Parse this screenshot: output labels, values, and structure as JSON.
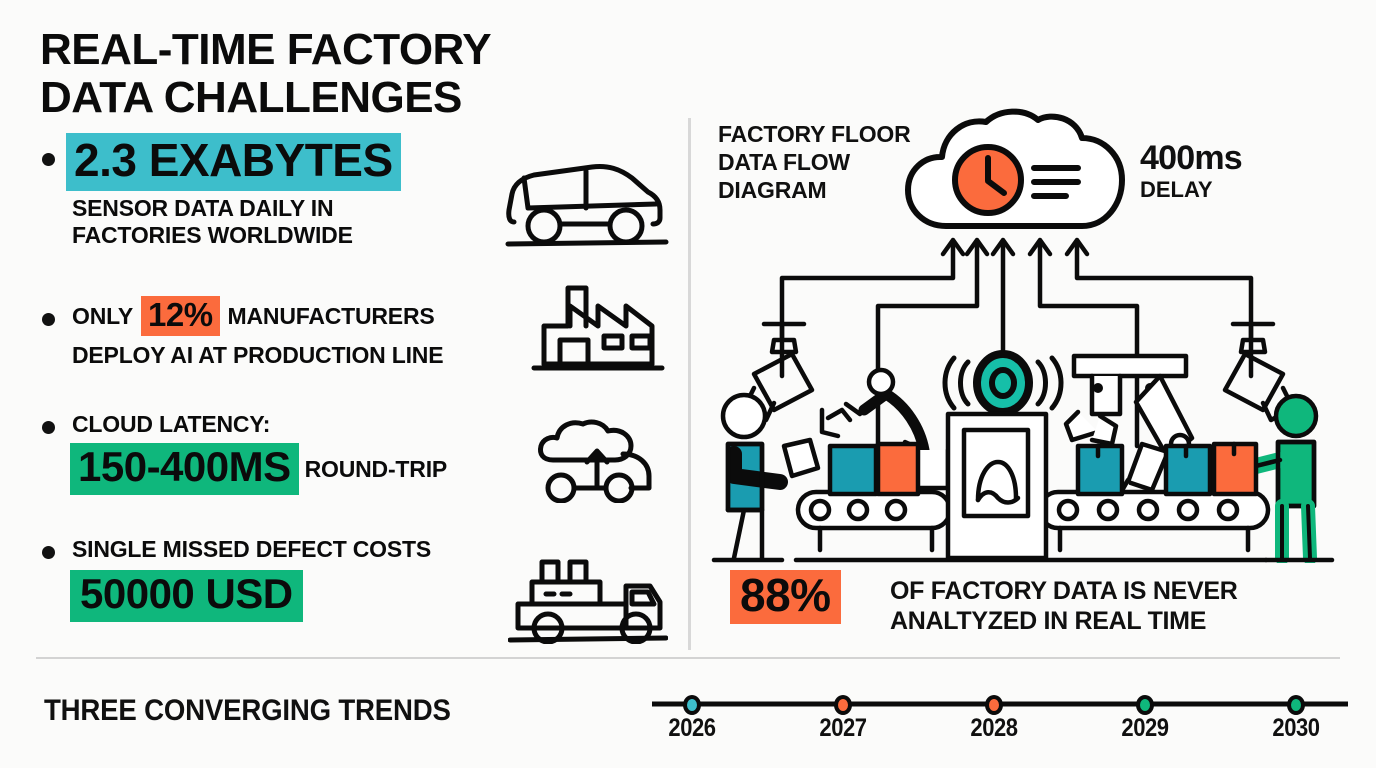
{
  "headline": {
    "line1": "REAL-TIME FACTORY",
    "line2": "DATA CHALLENGES"
  },
  "stats": [
    {
      "highlight": "2.3 EXABYTES",
      "highlight_color": "#3dbecb",
      "sub_line1": "SENSOR DATA DAILY IN",
      "sub_line2": "FACTORIES WORLDWIDE",
      "icon": "car-icon"
    },
    {
      "prefix": "ONLY",
      "highlight": "12%",
      "highlight_color": "#fb6b3d",
      "suffix": "MANUFACTURERS",
      "line2": "DEPLOY AI AT PRODUCTION LINE",
      "icon": "factory-icon"
    },
    {
      "prefix": "CLOUD LATENCY:",
      "highlight": "150-400MS",
      "highlight_color": "#0fb77c",
      "suffix": "ROUND-TRIP",
      "icon": "cloud-car-icon"
    },
    {
      "prefix": "SINGLE MISSED DEFECT COSTS",
      "highlight": "50000 USD",
      "highlight_color": "#0fb77c",
      "icon": "factory-truck-icon"
    }
  ],
  "diagram": {
    "title_line1": "FACTORY FLOOR",
    "title_line2": "DATA FLOW",
    "title_line3": "DIAGRAM",
    "delay_value": "400ms",
    "delay_label": "DELAY",
    "cloud_icon": "cloud-clock-icon",
    "sensor_icon": "wireless-sensor-icon",
    "camera_icon": "security-camera-icon",
    "robot_arm_icon": "robot-arm-icon",
    "conveyor_icon": "conveyor-belt-icon",
    "worker_left_icon": "worker-with-tablet-icon",
    "worker_right_icon": "worker-icon",
    "inspection_screen_icon": "inspection-screen-icon"
  },
  "callout": {
    "percent": "88%",
    "percent_color": "#fb6b3d",
    "text_line1": "OF FACTORY DATA IS NEVER",
    "text_line2": "ANALTYZED IN REAL TIME"
  },
  "bottom": {
    "title": "THREE CONVERGING TRENDS"
  },
  "chart_data": {
    "type": "timeline",
    "title": "THREE CONVERGING TRENDS",
    "categories": [
      "2026",
      "2027",
      "2028",
      "2029",
      "2030"
    ],
    "x": [
      2026,
      2027,
      2028,
      2029,
      2030
    ],
    "point_colors": [
      "#3dbecb",
      "#fb6b3d",
      "#fb6b3d",
      "#0fb77c",
      "#0fb77c"
    ],
    "axis_line": true,
    "grid": false,
    "legend": false,
    "xlabel": "",
    "ylabel": ""
  },
  "palette": {
    "teal": "#3dbecb",
    "orange": "#fb6b3d",
    "green": "#0fb77c",
    "ink": "#0b0b0b",
    "background": "#fbfbfa",
    "divider": "#d5d5d5"
  }
}
